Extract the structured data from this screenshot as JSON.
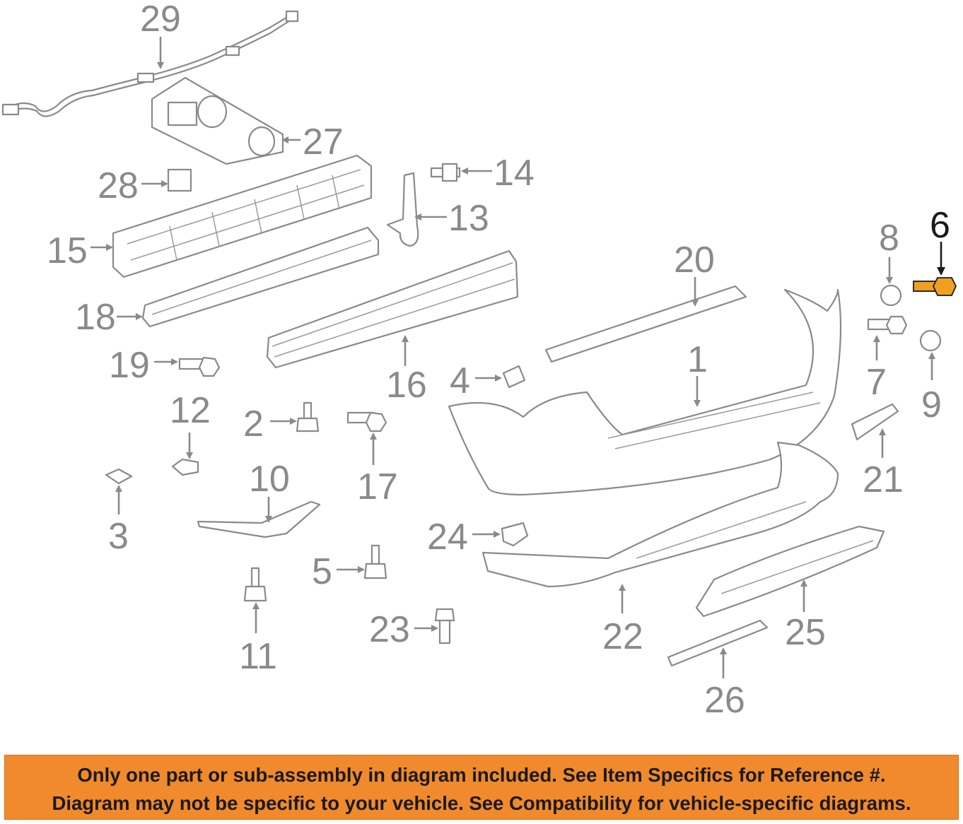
{
  "callouts": [
    "29",
    "27",
    "28",
    "14",
    "13",
    "15",
    "18",
    "20",
    "16",
    "1",
    "8",
    "6",
    "7",
    "9",
    "19",
    "4",
    "12",
    "2",
    "17",
    "21",
    "10",
    "3",
    "24",
    "5",
    "11",
    "23",
    "22",
    "25",
    "26"
  ],
  "highlighted_part": "6",
  "colors": {
    "highlight_part": "#f0a020",
    "banner_bg": "#f08a2c",
    "line_art": "#8a8a8a"
  },
  "banner": {
    "line1": "Only one part or sub-assembly in diagram included. See Item Specifics for Reference #.",
    "line2": "Diagram may not be specific to your vehicle. See Compatibility for vehicle-specific diagrams."
  }
}
